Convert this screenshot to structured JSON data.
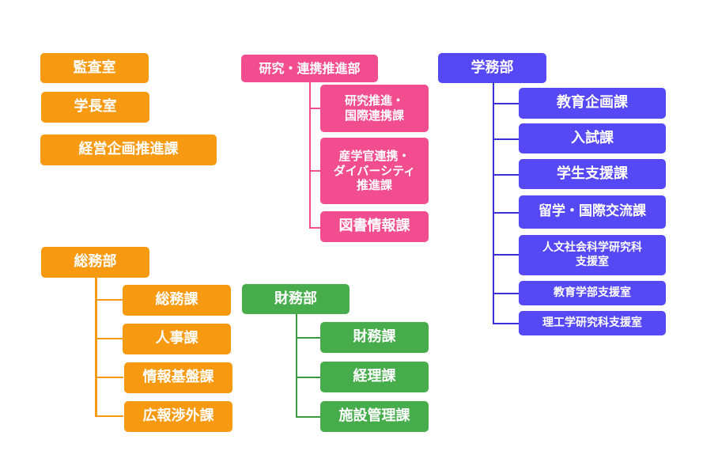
{
  "standalone": {
    "audit": "監査室",
    "president_office": "学長室",
    "planning": "経営企画推進課"
  },
  "general_affairs": {
    "head": "総務部",
    "sections": [
      "総務課",
      "人事課",
      "情報基盤課",
      "広報渉外課"
    ]
  },
  "research": {
    "head": "研究・連携推進部",
    "sections": [
      "研究推進・\n国際連携課",
      "産学官連携・\nダイバーシティ\n推進課",
      "図書情報課"
    ]
  },
  "finance": {
    "head": "財務部",
    "sections": [
      "財務課",
      "経理課",
      "施設管理課"
    ]
  },
  "academic_affairs": {
    "head": "学務部",
    "sections": [
      "教育企画課",
      "入試課",
      "学生支援課",
      "留学・国際交流課",
      "人文社会科学研究科\n支援室",
      "教育学部支援室",
      "理工学研究科支援室"
    ]
  },
  "colors": {
    "orange": "#f79a12",
    "pink": "#f24d8e",
    "green": "#47ad4c",
    "blue": "#5548f5"
  }
}
